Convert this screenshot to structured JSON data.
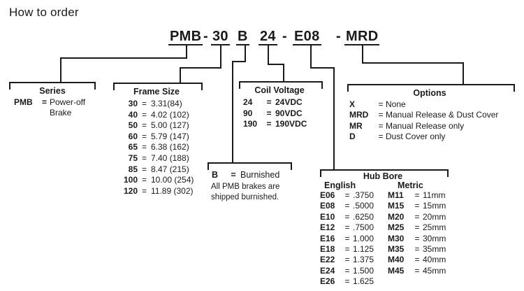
{
  "colors": {
    "ink": "#1a1a1a",
    "background": "#ffffff"
  },
  "eq": "=",
  "title": "How to order",
  "part_number": {
    "segments": [
      "PMB",
      "30",
      "B",
      "24",
      "E08",
      "MRD"
    ],
    "hyphens": [
      "-",
      "-",
      "-"
    ]
  },
  "series": {
    "heading": "Series",
    "code": "PMB",
    "value_lines": [
      "Power-off",
      "Brake"
    ]
  },
  "frame_size": {
    "heading": "Frame Size",
    "items": [
      {
        "code": "30",
        "value": "3.31(84)"
      },
      {
        "code": "40",
        "value": "4.02 (102)"
      },
      {
        "code": "50",
        "value": "5.00 (127)"
      },
      {
        "code": "60",
        "value": "5.79 (147)"
      },
      {
        "code": "65",
        "value": "6.38 (162)"
      },
      {
        "code": "75",
        "value": "7.40 (188)"
      },
      {
        "code": "85",
        "value": "8.47 (215)"
      },
      {
        "code": "100",
        "value": "10.00 (254)"
      },
      {
        "code": "120",
        "value": "11.89 (302)"
      }
    ]
  },
  "coil_voltage": {
    "heading": "Coil Voltage",
    "items": [
      {
        "code": "24",
        "value": "24VDC"
      },
      {
        "code": "90",
        "value": "90VDC"
      },
      {
        "code": "190",
        "value": "190VDC"
      }
    ]
  },
  "options": {
    "heading": "Options",
    "items": [
      {
        "code": "X",
        "value": "None"
      },
      {
        "code": "MRD",
        "value": "Manual Release & Dust Cover"
      },
      {
        "code": "MR",
        "value": "Manual Release only"
      },
      {
        "code": "D",
        "value": "Dust Cover only"
      }
    ]
  },
  "burnished": {
    "code": "B",
    "value": "Burnished",
    "note_lines": [
      "All PMB brakes are",
      "shipped burnished."
    ]
  },
  "hub_bore": {
    "heading": "Hub Bore",
    "english_label": "English",
    "metric_label": "Metric",
    "english": [
      {
        "code": "E06",
        "value": ".3750"
      },
      {
        "code": "E08",
        "value": ".5000"
      },
      {
        "code": "E10",
        "value": ".6250"
      },
      {
        "code": "E12",
        "value": ".7500"
      },
      {
        "code": "E16",
        "value": "1.000"
      },
      {
        "code": "E18",
        "value": "1.125"
      },
      {
        "code": "E22",
        "value": "1.375"
      },
      {
        "code": "E24",
        "value": "1.500"
      },
      {
        "code": "E26",
        "value": "1.625"
      }
    ],
    "metric": [
      {
        "code": "M11",
        "value": "11mm"
      },
      {
        "code": "M15",
        "value": "15mm"
      },
      {
        "code": "M20",
        "value": "20mm"
      },
      {
        "code": "M25",
        "value": "25mm"
      },
      {
        "code": "M30",
        "value": "30mm"
      },
      {
        "code": "M35",
        "value": "35mm"
      },
      {
        "code": "M40",
        "value": "40mm"
      },
      {
        "code": "M45",
        "value": "45mm"
      }
    ]
  }
}
